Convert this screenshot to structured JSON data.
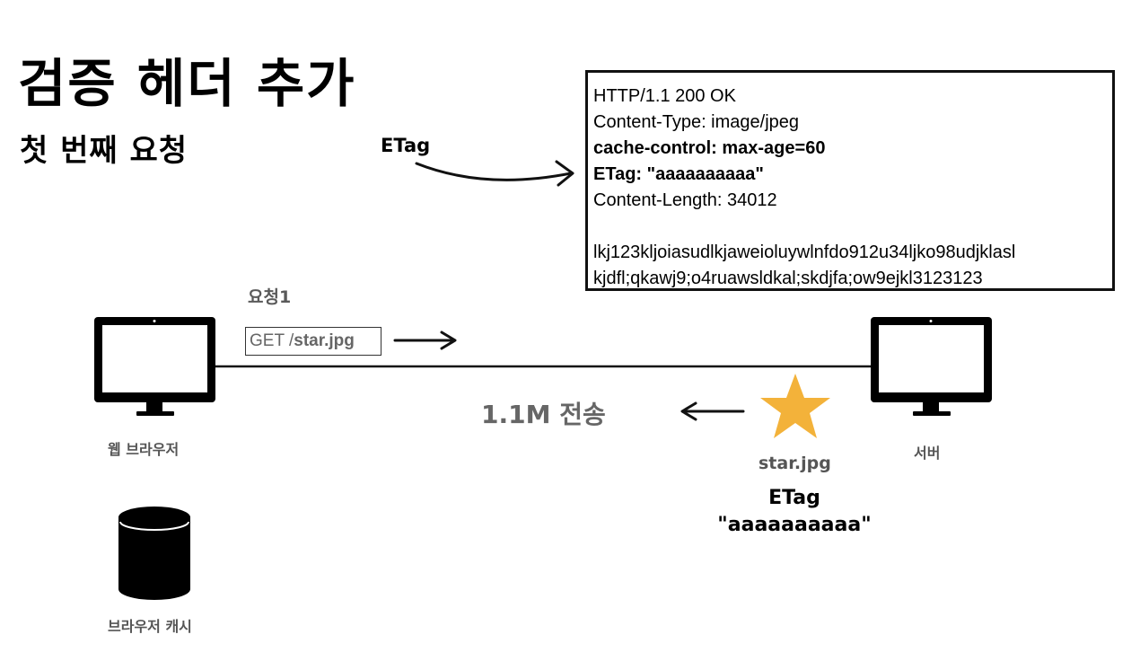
{
  "title": "검증 헤더 추가",
  "subtitle": "첫 번째 요청",
  "etag_callout": "ETag",
  "response": {
    "status_line": "HTTP/1.1 200 OK",
    "content_type": "Content-Type: image/jpeg",
    "cache_control": "cache-control: max-age=60",
    "etag": "ETag: \"aaaaaaaaaa\"",
    "content_length": "Content-Length: 34012",
    "body_line1": "lkj123kljoiasudlkjaweioluywlnfdo912u34ljko98udjklasl",
    "body_line2": "kjdfl;qkawj9;o4ruawsldkal;skdjfa;ow9ejkl3123123"
  },
  "request": {
    "label": "요청1",
    "method": "GET /",
    "path": "star.jpg"
  },
  "transfer_label": "1.1M 전송",
  "client": {
    "label": "웹 브라우저"
  },
  "server": {
    "label": "서버"
  },
  "cache": {
    "label": "브라우저 캐시"
  },
  "resource": {
    "file_name": "star.jpg",
    "etag_key": "ETag",
    "etag_value": "\"aaaaaaaaaa\"",
    "star_color": "#F3B23A"
  },
  "icons": {
    "client": "monitor-icon",
    "server": "monitor-icon",
    "cache": "database-cylinder-icon",
    "resource": "star-icon"
  }
}
